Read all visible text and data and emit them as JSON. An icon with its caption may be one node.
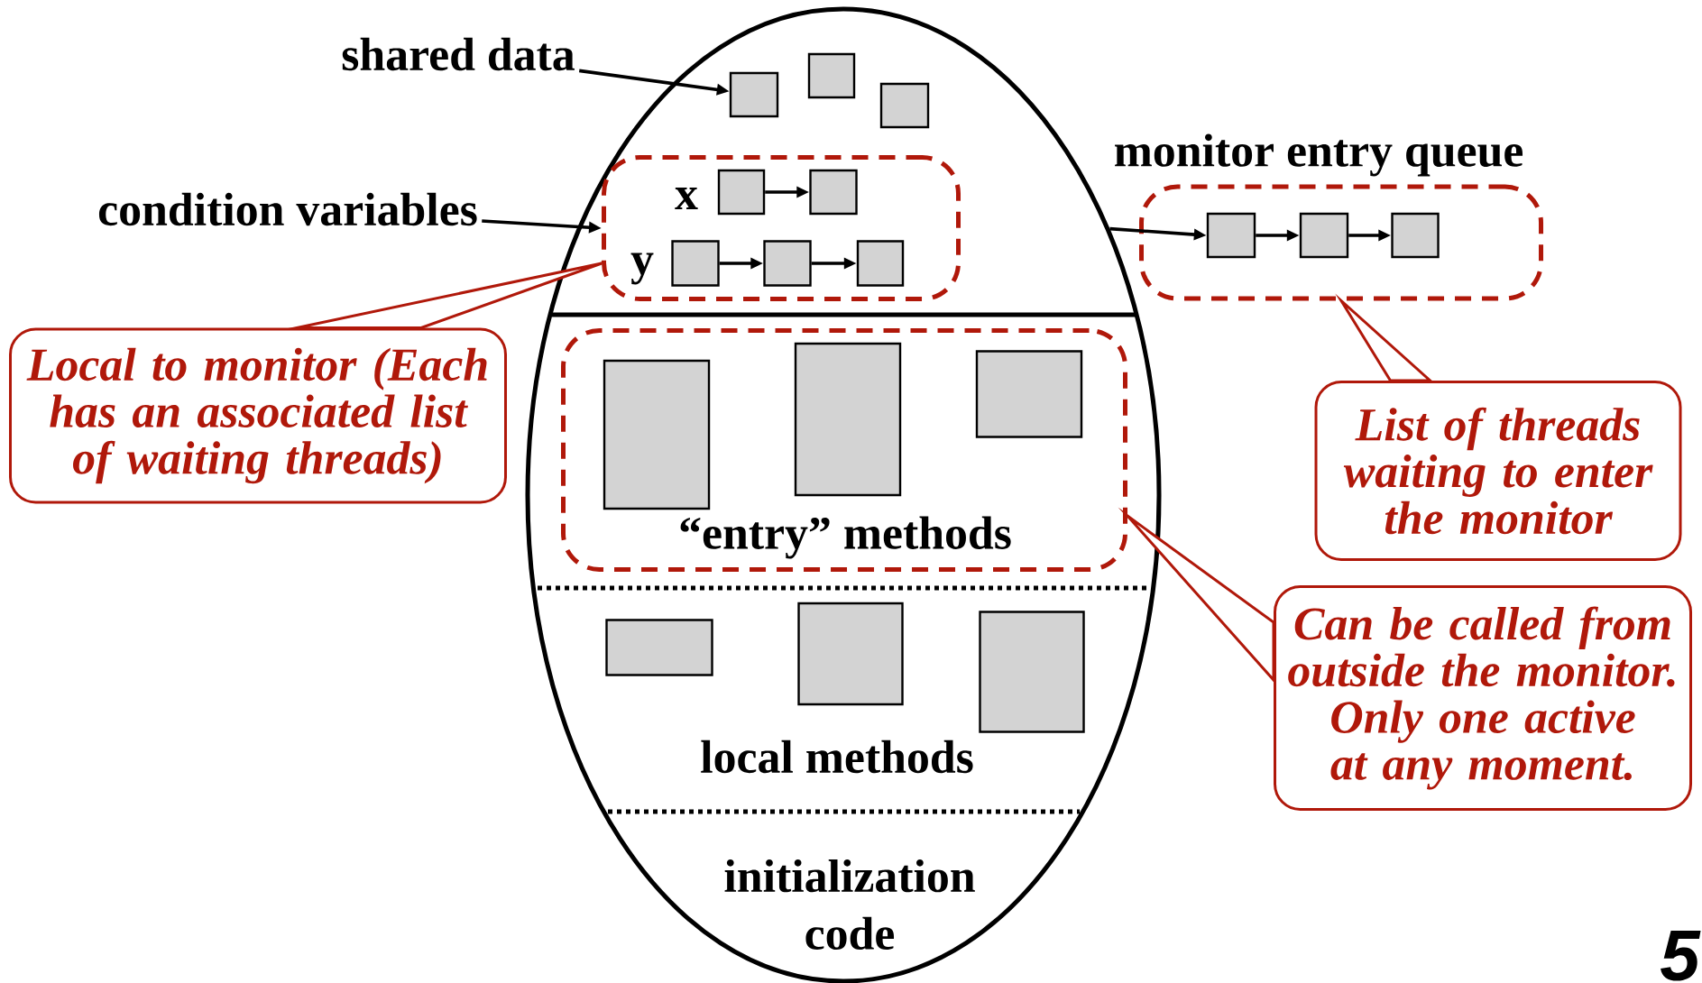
{
  "diagram": {
    "nodes": [
      {
        "text": [],
        "shape": "ellipse"
      },
      {
        "text": [
          "shared data"
        ]
      },
      {
        "text": [],
        "shape": "box",
        "in": 0
      },
      {
        "text": [],
        "shape": "box",
        "in": 0
      },
      {
        "text": [],
        "shape": "box",
        "in": 0
      },
      {
        "text": [
          "condition variables"
        ]
      },
      {
        "text": [],
        "shape": "box",
        "in": 0
      },
      {
        "text": [],
        "shape": "box",
        "in": 6
      },
      {
        "text": [],
        "shape": "box",
        "in": 6
      },
      {
        "text": [],
        "shape": "box",
        "in": 6
      },
      {
        "text": [],
        "shape": "box",
        "in": 6
      },
      {
        "text": [],
        "shape": "box",
        "in": 6
      },
      {
        "text": [
          "monitor entry queue"
        ]
      },
      {
        "text": [],
        "shape": "box",
        "in": 12
      },
      {
        "text": [],
        "shape": "box",
        "in": 12
      },
      {
        "text": [],
        "shape": "box",
        "in": 12
      },
      {
        "text": [
          "Local to monitor (Each has an associated list of waiting threads)"
        ]
      },
      {
        "text": [
          "List of threads waiting to enter the monitor"
        ]
      },
      {
        "text": [
          "“entry” methods"
        ],
        "in": 0
      },
      {
        "text": [],
        "shape": "box",
        "in": 18
      },
      {
        "text": [],
        "shape": "box",
        "in": 18
      },
      {
        "text": [],
        "shape": "box",
        "in": 18
      },
      {
        "text": [
          "Can be called from outside the monitor. Only one active at any moment."
        ]
      },
      {
        "text": [],
        "shape": "box",
        "in": 0
      },
      {
        "text": [],
        "shape": "box",
        "in": 0
      },
      {
        "text": [],
        "shape": "box",
        "in": 0
      }
    ],
    "edges": [
      {
        "from": 1,
        "to": 2,
        "arrow": "to"
      },
      {
        "from": 5,
        "to": 6,
        "arrow": "to"
      },
      {
        "from": 7,
        "to": 8,
        "arrow": "to"
      },
      {
        "from": 9,
        "to": 10,
        "arrow": "to"
      },
      {
        "from": 10,
        "to": 11,
        "arrow": "to"
      },
      {
        "from": 0,
        "to": 13,
        "arrow": "to"
      },
      {
        "from": 13,
        "to": 14,
        "arrow": "to"
      },
      {
        "from": 14,
        "to": 15,
        "arrow": "to"
      },
      {
        "from": 16,
        "to": 6,
        "arrow": "none",
        "color": "#b0180a"
      },
      {
        "from": 17,
        "to": 12,
        "arrow": "none",
        "color": "#b0180a"
      },
      {
        "from": 22,
        "to": 18,
        "arrow": "none",
        "color": "#b0180a"
      }
    ],
    "labels": [
      "x",
      "y",
      "local methods",
      "initialization code",
      "5"
    ]
  }
}
